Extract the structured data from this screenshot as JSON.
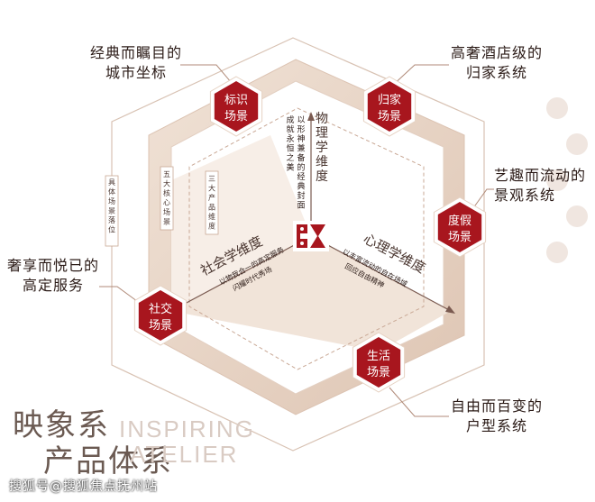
{
  "nodes": [
    {
      "key": "biaoshi",
      "line1": "标识",
      "line2": "场景"
    },
    {
      "key": "guijia",
      "line1": "归家",
      "line2": "场景"
    },
    {
      "key": "dujia",
      "line1": "度假",
      "line2": "场景"
    },
    {
      "key": "shenghuo",
      "line1": "生活",
      "line2": "场景"
    },
    {
      "key": "shejiao",
      "line1": "社交",
      "line2": "场景"
    }
  ],
  "callouts": {
    "biaoshi": [
      "经典而瞩目的",
      "城市坐标"
    ],
    "guijia": [
      "高奢酒店级的",
      "归家系统"
    ],
    "dujia": [
      "艺趣而流动的",
      "景观系统"
    ],
    "shenghuo": [
      "自由而百变的",
      "户型系统"
    ],
    "shejiao": [
      "奢享而悦已的",
      "高定服务"
    ]
  },
  "axes": {
    "physical": {
      "title": "物理学维度",
      "note1": "以形神兼备的经典封面",
      "note2": "成就永恒之美"
    },
    "psychological": {
      "title": "心理学维度",
      "note1": "以丰富流动的自在场域",
      "note2": "回应自由精神"
    },
    "social": {
      "title": "社会学维度",
      "note1": "以物我合一的高定服务",
      "note2": "闪耀时代秀场"
    }
  },
  "rings": {
    "outer": "具体场景落位",
    "middle": "五大核心场景",
    "inner": "三大产品维度"
  },
  "brand": {
    "cn_line1": "映象系",
    "cn_line2": "产品体系",
    "en_line1": "INSPIRING",
    "en_line2": "ATELIER"
  },
  "watermark": "搜狐号@搜狐焦点抚州站",
  "colors": {
    "red": "#a8161e",
    "red_dark": "#8e1118",
    "tan": "#e6d2c3",
    "tan_light": "#f3e6db",
    "tan_mid": "#ead8c9",
    "line": "#c9a895",
    "text_dark": "#2a1a16"
  }
}
